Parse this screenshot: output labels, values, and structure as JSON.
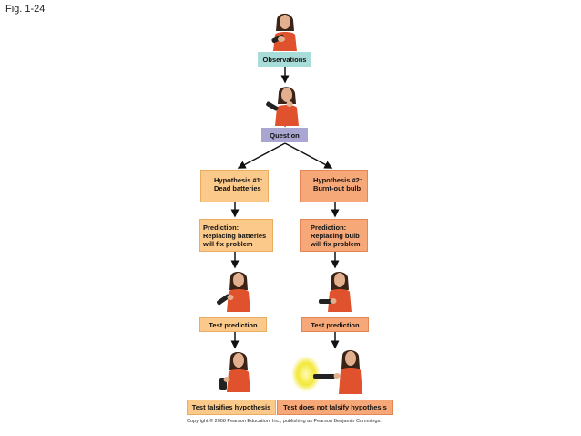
{
  "figure_label": "Fig. 1-24",
  "observations": "Observations",
  "question": "Question",
  "hypothesis1": {
    "line1": "Hypothesis #1:",
    "line2": "Dead batteries"
  },
  "hypothesis2": {
    "line1": "Hypothesis #2:",
    "line2": "Burnt-out bulb"
  },
  "prediction1": {
    "line1": "Prediction:",
    "line2": "Replacing batteries",
    "line3": "will fix problem"
  },
  "prediction2": {
    "line1": "Prediction:",
    "line2": "Replacing bulb",
    "line3": "will fix problem"
  },
  "test1": "Test prediction",
  "test2": "Test prediction",
  "result1": "Test falsifies hypothesis",
  "result2": "Test does not falsify hypothesis",
  "copyright": "Copyright © 2008 Pearson Education, Inc., publishing as Pearson Benjamin Cummings.",
  "colors": {
    "observations": "#a8dcd8",
    "question": "#a9a6d2",
    "branch1": "#fbc98a",
    "branch2": "#f7a879"
  }
}
